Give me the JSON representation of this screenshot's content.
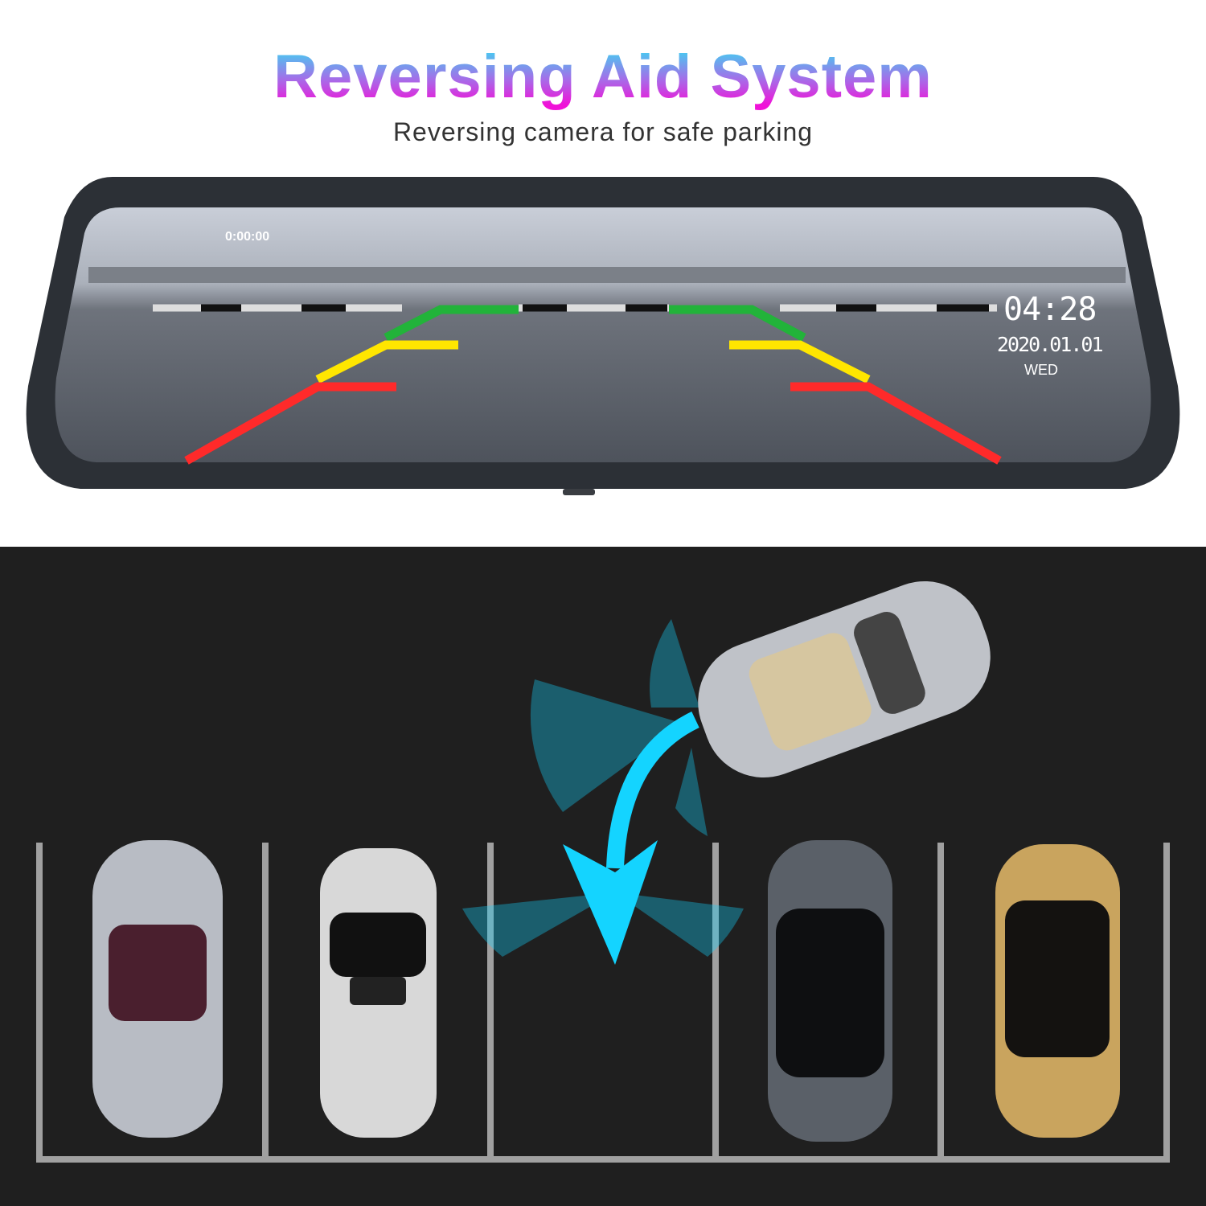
{
  "header": {
    "title": "Reversing Aid System",
    "subtitle": "Reversing camera for safe parking"
  },
  "mirror_screen": {
    "recording_time": "0:00:00",
    "clock": "04:28",
    "date": "2020.01.01",
    "weekday": "WED"
  },
  "guide_colors": {
    "near": "#ff2a2a",
    "middle": "#ffe600",
    "far": "#22b33a"
  },
  "accent": {
    "arrow": "#14d4ff",
    "title_gradient": [
      "#4cc6f0",
      "#f012d8"
    ]
  },
  "parking": {
    "spaces": 5,
    "empty_space_index": 2,
    "car_colors": [
      "#b8bcc4",
      "#d8d8d8",
      "#2a2e33",
      "#c9a45e"
    ],
    "reversing_car_color": "#bfc2c8"
  }
}
